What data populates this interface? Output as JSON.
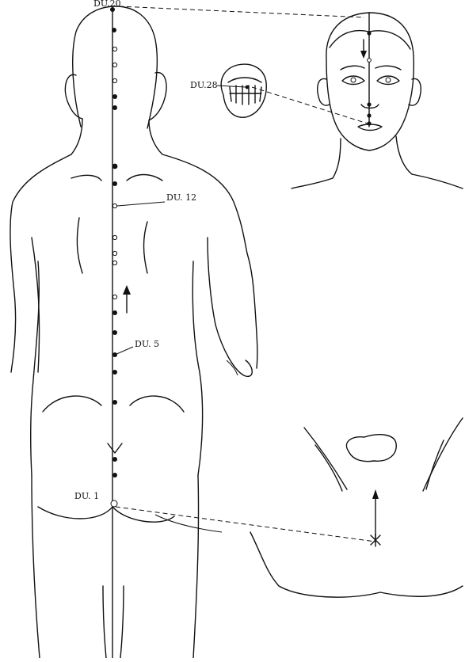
{
  "labels": {
    "du20": "DU.20",
    "du28": "DU.28",
    "du12": "DU. 12",
    "du5": "DU. 5",
    "du1": "DU. 1"
  },
  "colors": {
    "ink": "#111111",
    "paper": "#ffffff"
  },
  "icons": {
    "upward_arrow": "arrow-up-icon",
    "downward_arrow": "arrow-down-icon"
  }
}
